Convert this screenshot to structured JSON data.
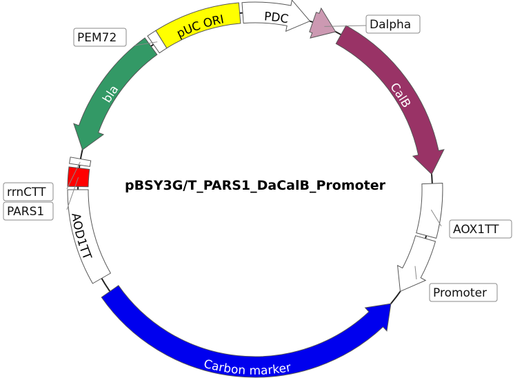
{
  "title": "pBSY3G/T_PARS1_DaCalB_Promoter",
  "features": [
    {
      "id": "puc-ori",
      "name": "pUC ORI",
      "start": 328,
      "end": 355,
      "arrow": false,
      "fill": "#ffff00",
      "label_inside": true,
      "text_color": "#000000"
    },
    {
      "id": "pdc",
      "name": "PDC",
      "start": 356,
      "end": 378,
      "arrow": true,
      "fill": "#ffffff",
      "label_inside": true,
      "text_color": "#000000"
    },
    {
      "id": "dalpha",
      "name": "Dalpha",
      "start": 379,
      "end": 387,
      "arrow": true,
      "fill": "#cc99b2",
      "label_inside": false,
      "text_color": "#000000"
    },
    {
      "id": "calb",
      "name": "CalB",
      "start": 389,
      "end": 445,
      "arrow": true,
      "fill": "#993366",
      "label_inside": true,
      "text_color": "#ffffff"
    },
    {
      "id": "aox1tt",
      "name": "AOX1TT",
      "start": 448,
      "end": 465,
      "arrow": false,
      "fill": "#ffffff",
      "label_inside": false,
      "text_color": "#000000"
    },
    {
      "id": "promoter",
      "name": "Promoter",
      "start": 466,
      "end": 485,
      "arrow": true,
      "fill": "#ffffff",
      "label_inside": false,
      "text_color": "#000000"
    },
    {
      "id": "carbon-marker",
      "name": "Carbon marker",
      "start": 490,
      "end": 595,
      "arrow": true,
      "reverse": true,
      "fill": "#0000ee",
      "label_inside": true,
      "text_color": "#ffffff"
    },
    {
      "id": "aod1tt",
      "name": "AOD1TT",
      "start": 600,
      "end": 630,
      "arrow": false,
      "fill": "#ffffff",
      "label_inside": true,
      "text_color": "#000000"
    },
    {
      "id": "pars1",
      "name": "PARS1",
      "start": 631,
      "end": 637,
      "arrow": false,
      "fill": "#ff0000",
      "label_inside": false,
      "text_color": "#000000",
      "label_fill": "#f4a3a3"
    },
    {
      "id": "rrnctt",
      "name": "rrnCTT",
      "start": 638,
      "end": 640,
      "arrow": false,
      "fill": "#ffffff",
      "label_inside": false,
      "text_color": "#000000"
    },
    {
      "id": "bla",
      "name": "bla",
      "start": 643,
      "end": 684,
      "arrow": true,
      "reverse": true,
      "fill": "#339966",
      "label_inside": true,
      "text_color": "#ffffff"
    },
    {
      "id": "pem72",
      "name": "PEM72",
      "start": 685,
      "end": 688,
      "arrow": false,
      "fill": "#ffffff",
      "label_inside": false,
      "text_color": "#000000"
    }
  ]
}
